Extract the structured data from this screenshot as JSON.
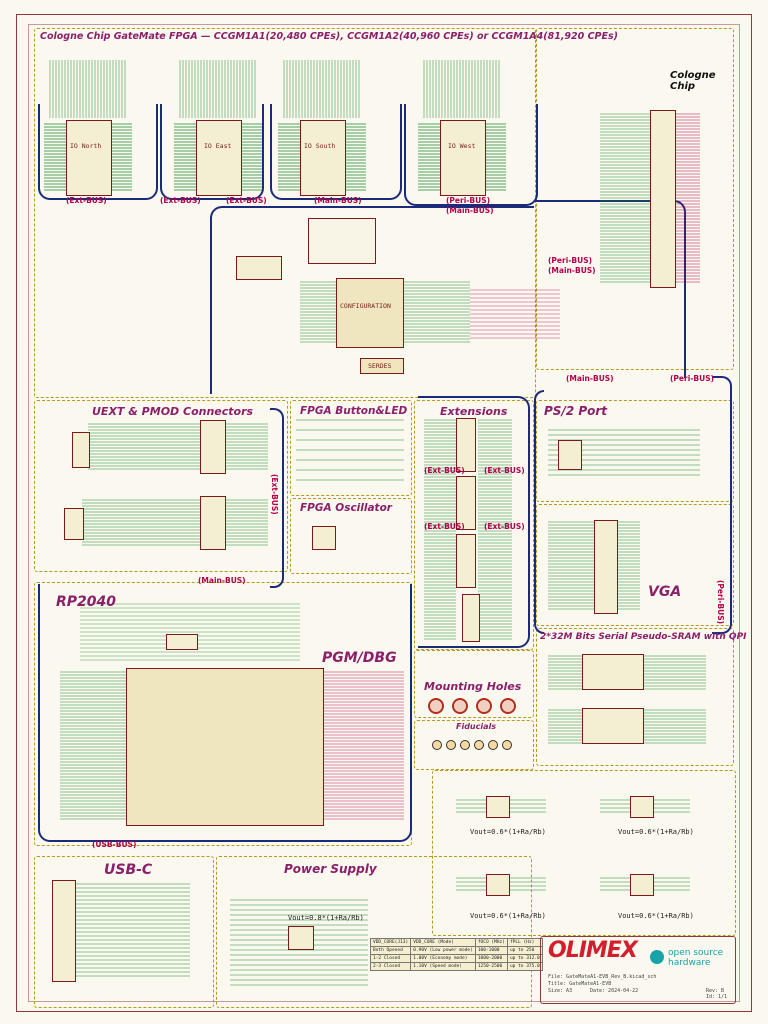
{
  "header": {
    "title": "Cologne Chip GateMate FPGA — CCGM1A1(20,480 CPEs), CCGM1A2(40,960 CPEs) or CCGM1A4(81,920 CPEs)"
  },
  "sections": {
    "uext_pmod": "UEXT & PMOD Connectors",
    "fpga_button_led": "FPGA Button&LED",
    "fpga_oscillator": "FPGA Oscillator",
    "extensions": "Extensions",
    "ps2_port": "PS/2 Port",
    "vga": "VGA",
    "psram": "2*32M Bits Serial Pseudo-SRAM with QPI",
    "rp2040": "RP2040",
    "pgm_dbg": "PGM/DBG",
    "mounting_holes": "Mounting Holes",
    "fiducials": "Fiducials",
    "usb_c": "USB-C",
    "power_supply": "Power Supply"
  },
  "bus_tags": {
    "ext_bus": "(Ext-BUS)",
    "main_bus": "(Main-BUS)",
    "peri_bus": "(Peri-BUS)",
    "usb_bus": "(USB-BUS)"
  },
  "io_banks": [
    "IO North",
    "IO East",
    "IO South",
    "IO West"
  ],
  "chips": {
    "configuration": "CONFIGURATION",
    "serdes": "SERDES"
  },
  "formulas": {
    "vout": "Vout=0.6*(1+Ra/Rb)",
    "vout_alt": "Vout=0.8*(1+Ra/Rb)"
  },
  "power_table": {
    "headers": [
      "VDD_CORE(J13)",
      "VDD_CORE (Mode)",
      "fOCO (MHz)",
      "fPLL (Hz)"
    ],
    "rows": [
      [
        "Both Opened",
        "0.90V (Low power mode)",
        "100-1000",
        "up to 250"
      ],
      [
        "1-2 Closed",
        "1.00V (Economy mode)",
        "1000-2000",
        "up to 312.0"
      ],
      [
        "2-3 Closed",
        "1.10V (Speed mode)",
        "1250-2500",
        "up to 375.0"
      ]
    ]
  },
  "logos": {
    "olimex": "OLIMEX",
    "osh_line1": "open source",
    "osh_line2": "hardware",
    "cologne_line1": "Cologne",
    "cologne_line2": "Chip"
  },
  "title_block": {
    "file": "File: GateMateA1-EVB_Rev_B.kicad_sch",
    "title": "Title: GateMateA1-EVB",
    "size": "Size: A3",
    "date": "Date: 2024-04-22",
    "rev": "Rev: B",
    "id": "Id: 1/1"
  },
  "colors": {
    "frame": "#8a3a3a",
    "block_border": "#b59a1c",
    "bus_line": "#1a2b7a",
    "title": "#8a1f6a",
    "wire_green": "#1a8a2a",
    "wire_red": "#b1004d",
    "olimex_red": "#d21f2e"
  }
}
